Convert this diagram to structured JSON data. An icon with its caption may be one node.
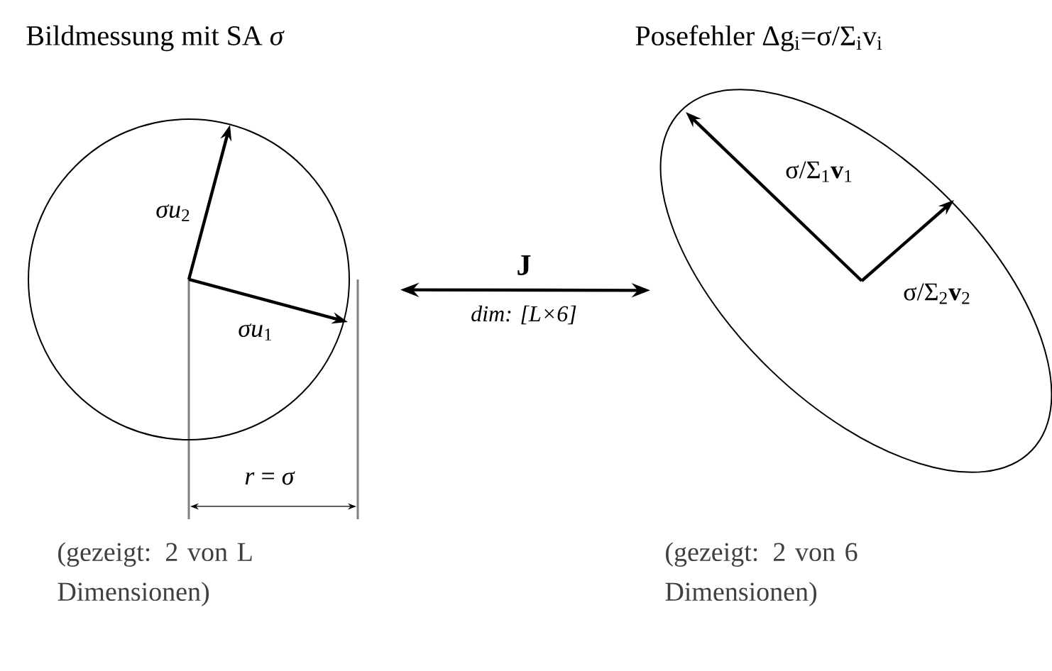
{
  "diagram": {
    "nodes": [
      {
        "text": [
          "Bildmessung mit SA *σ*"
        ],
        "beside": [
          "(gezeigt: 2 von L Dimensionen)"
        ]
      },
      {
        "text": [
          "Posefehler Δg$_{i}$=σ/Σ$_{i}$v$_{i}$"
        ],
        "beside": [
          "(gezeigt: 2 von 6 Dimensionen)"
        ]
      }
    ],
    "edges": [
      {
        "from": 0,
        "to": 1,
        "arrow": "both",
        "label": "J"
      }
    ],
    "labels": [
      "*σu*$_{2}$",
      "*σu*$_{1}$",
      "*r* = *σ*",
      "σ/Σ$_{1}$**v**$_{1}$",
      "σ/Σ$_{2}$**v**$_{2}$",
      "dim: [L×6]"
    ]
  }
}
